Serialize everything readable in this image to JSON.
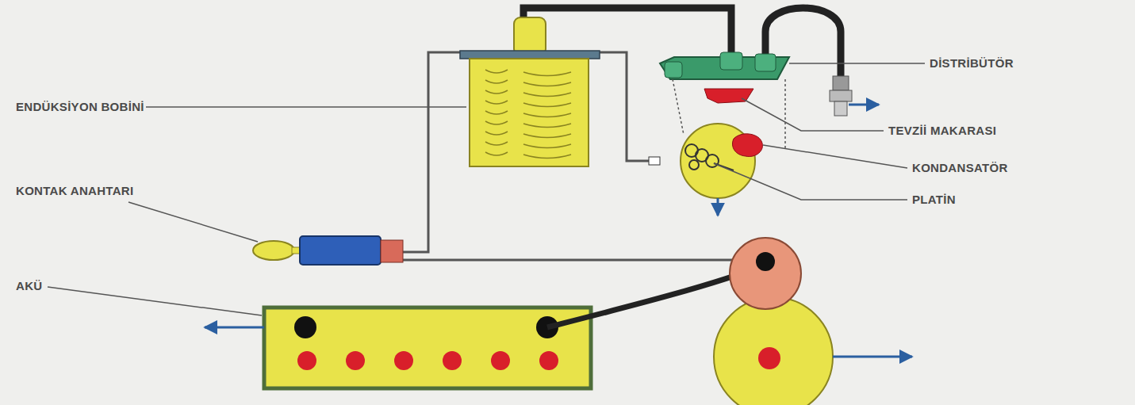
{
  "diagram": {
    "labels": [
      "ENDÜKSİYON BOBİNİ",
      "KONTAK ANAHTARI",
      "AKÜ",
      "DİSTRİBÜTÖR",
      "TEVZİİ MAKARASI",
      "KONDANSATÖR",
      "PLATİN"
    ]
  }
}
